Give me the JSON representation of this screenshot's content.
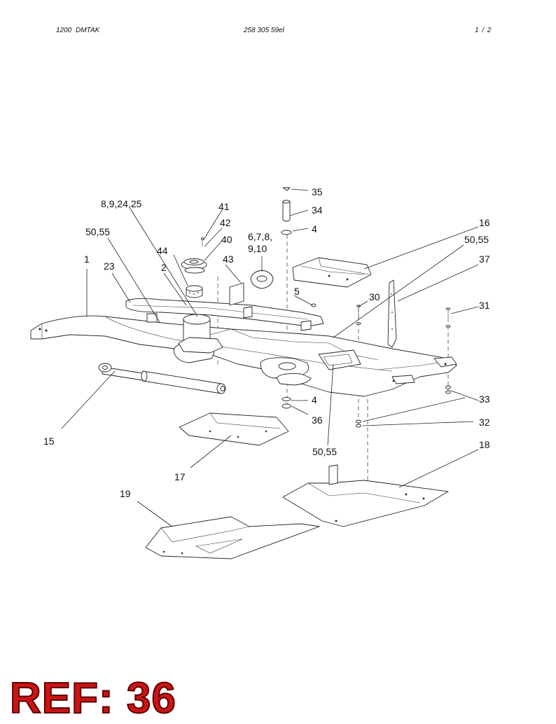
{
  "header": {
    "left": "1200   DMTAK",
    "center": "258 305 59el",
    "right": "1 /  2"
  },
  "callouts": {
    "c35": "35",
    "c34": "34",
    "c4a": "4",
    "c41": "41",
    "c42": "42",
    "c40": "40",
    "c8925": "8,9,24,25",
    "c5055a": "50,55",
    "c6789a": "6,7,8,",
    "c6789b": "9,10",
    "c16": "16",
    "c5055b": "50,55",
    "c37": "37",
    "c44": "44",
    "c1": "1",
    "c23": "23",
    "c2": "2",
    "c43": "43",
    "c5": "5",
    "c30": "30",
    "c31": "31",
    "c4b": "4",
    "c36": "36",
    "c33": "33",
    "c32": "32",
    "c15": "15",
    "c5055c": "50,55",
    "c18": "18",
    "c17": "17",
    "c19": "19"
  },
  "stamp": "REF: 36"
}
